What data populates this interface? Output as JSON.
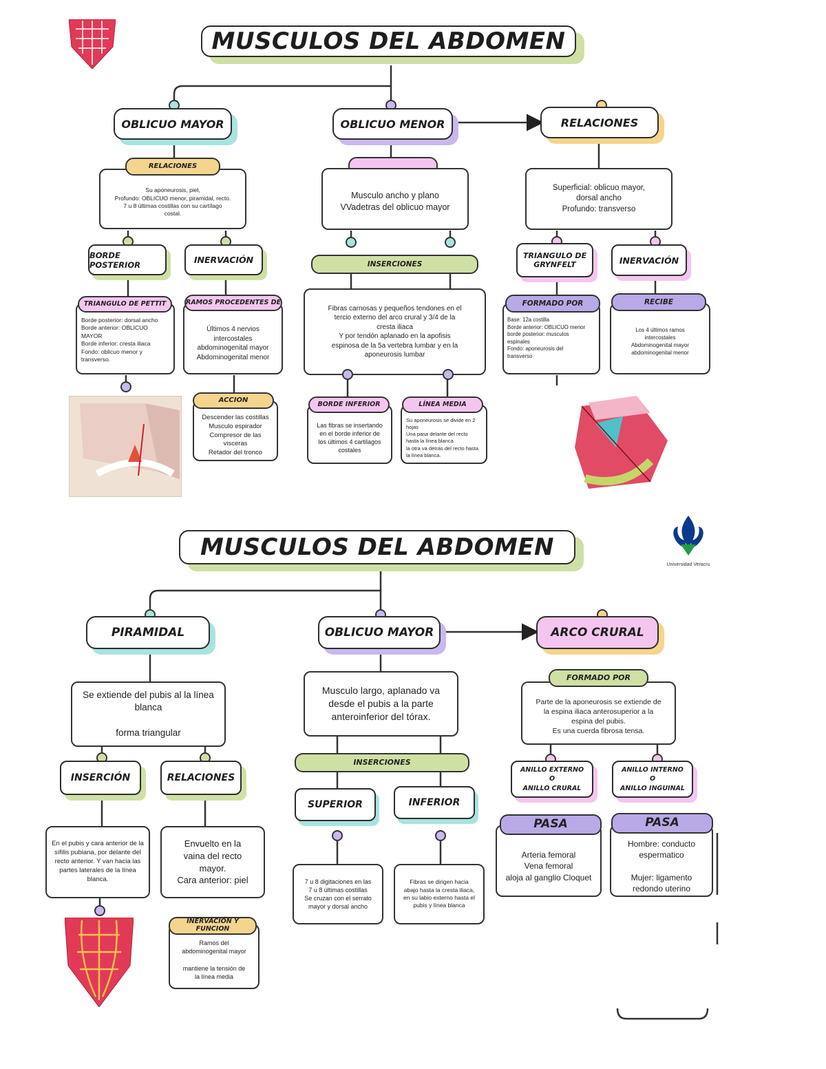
{
  "colors": {
    "teal": "#a8e3e0",
    "purple": "#c9b8ec",
    "yellow": "#f4d58d",
    "green": "#cfe0a5",
    "pink": "#f4c6ef",
    "lavender": "#b9a9e6"
  },
  "top": {
    "title": "MUSCULOS DEL ABDOMEN",
    "oblicuo_mayor": {
      "header": "OBLICUO MAYOR",
      "relaciones_tag": "RELACIONES",
      "relaciones_text": "Su aponeurosis, piel,\nProfundo: OBLICUO menor, piramidal, recto.\n7 u 8 últimas costillas con su cartílago\ncostal.",
      "borde_posterior": "BORDE POSTERIOR",
      "inervacion": "INERVACIÓN",
      "triangulo_tag": "TRIANGULO DE PETTIT",
      "triangulo_text": "Borde posterior: dorsal ancho\nBorde anterior: OBLICUO\nMAYOR\nBorde inferior: cresta iliaca\nFondo: oblicuo menor y\ntransverso.",
      "ramos_tag": "RAMOS PROCEDENTES DE",
      "ramos_text": "Últimos 4 nervios\nintercostales\nabdominogenital mayor\nAbdominogenital menor",
      "accion_tag": "ACCION",
      "accion_text": "Descender las costillas\nMusculo espirador\nCompresor de las\nvisceras\nRetador del tronco"
    },
    "oblicuo_menor": {
      "header": "OBLICUO MENOR",
      "desc": "Musculo ancho y plano\nVVadetras del oblicuo mayor",
      "inserciones_tag": "INSERCIONES",
      "inserciones_text": "Fibras carnosas y pequeños tendones en el\ntercio externo del arco crural y 3/4 de la\ncresta iliaca\nY por tendón aplanado en la apofisis\nespinosa de la 5a vertebra lumbar y en la\naponeurosis lumbar",
      "borde_inferior_tag": "BORDE INFERIOR",
      "borde_inferior_text": "Las fibras se insertando\nen el borde inferior de\nlos últimos 4 cartilagos\ncostales",
      "linea_media_tag": "LÍNEA MEDIA",
      "linea_media_text": "Su aponeurosis se divide en 2\nhojas\nUna pasa delante del recto\nhasta la línea blanca\nla otra va detrás del recto hasta\nla línea blanca."
    },
    "relaciones": {
      "header": "RELACIONES",
      "desc": "Superficial: oblicuo mayor,\ndorsal ancho\nProfundo: transverso",
      "triangulo": "TRIANGULO DE\nGRYNFELT",
      "inervacion": "INERVACIÓN",
      "formado_tag": "FORMADO POR",
      "formado_text": "Base: 12a costilla\nBorde anterior: OBLICUO menor\nborde posterior: musculos\nespinales\nFondo: aponeurosis del\ntransverso",
      "recibe_tag": "RECIBE",
      "recibe_text": "Los 4 últimos ramos\nintercostales\nAbdominogenital mayor\nabdominogenital menor"
    }
  },
  "bottom": {
    "title": "MUSCULOS DEL ABDOMEN",
    "logo_caption": "Universidad Veracru",
    "piramidal": {
      "header": "PIRAMIDAL",
      "desc": "Se extiende del pubis al la línea\nblanca\n\nforma triangular",
      "insercion": "INSERCIÓN",
      "relaciones": "RELACIONES",
      "insercion_text": "En el pubis y cara anterior de la\nsífilis pubiana, por delante del\nrecto anterior. Y van hacia las\npartes laterales de la línea\nblanca.",
      "relaciones_text": "Envuelto en la\nvaina del recto\nmayor.\nCara anterior: piel",
      "inervacion_tag": "INERVACIÓN Y FUNCION",
      "inervacion_text": "Ramos del\nabdominogenital mayor\n\nmantiene la tensión de\nla línea media"
    },
    "oblicuo_mayor": {
      "header": "OBLICUO MAYOR",
      "desc": "Musculo largo, aplanado va\ndesde el pubis a la parte\nanteroinferior del tórax.",
      "inserciones_tag": "INSERCIONES",
      "superior": "SUPERIOR",
      "inferior": "INFERIOR",
      "superior_text": "7 u 8 digitaciones en las\n7 u 8 últimas costillas\nSe cruzan con el serrato\nmayor y dorsal ancho",
      "inferior_text": "Fibras se dirigen hacia\nabajo hasta la cresta iliaca,\nen su labio externo hasta el\npubis y línea blanca"
    },
    "arco_crural": {
      "header": "ARCO CRURAL",
      "formado_tag": "FORMADO POR",
      "formado_text": "Parte de la aponeurosis se extiende de\nla espina iliaca anterosuperior a la\nespina del pubis.\nEs una cuerda fibrosa tensa.",
      "anillo_externo": "ANILLO EXTERNO\nO\nANILLO CRURAL",
      "anillo_interno": "ANILLO INTERNO\nO\nANILLO INGUINAL",
      "pasa1_tag": "PASA",
      "pasa1_text": "Arteria femoral\nVena femoral\naloja al ganglio Cloquet",
      "pasa2_tag": "PASA",
      "pasa2_text": "Hombre: conducto\nespermatico\n\nMujer: ligamento\nredondo uterino"
    }
  }
}
